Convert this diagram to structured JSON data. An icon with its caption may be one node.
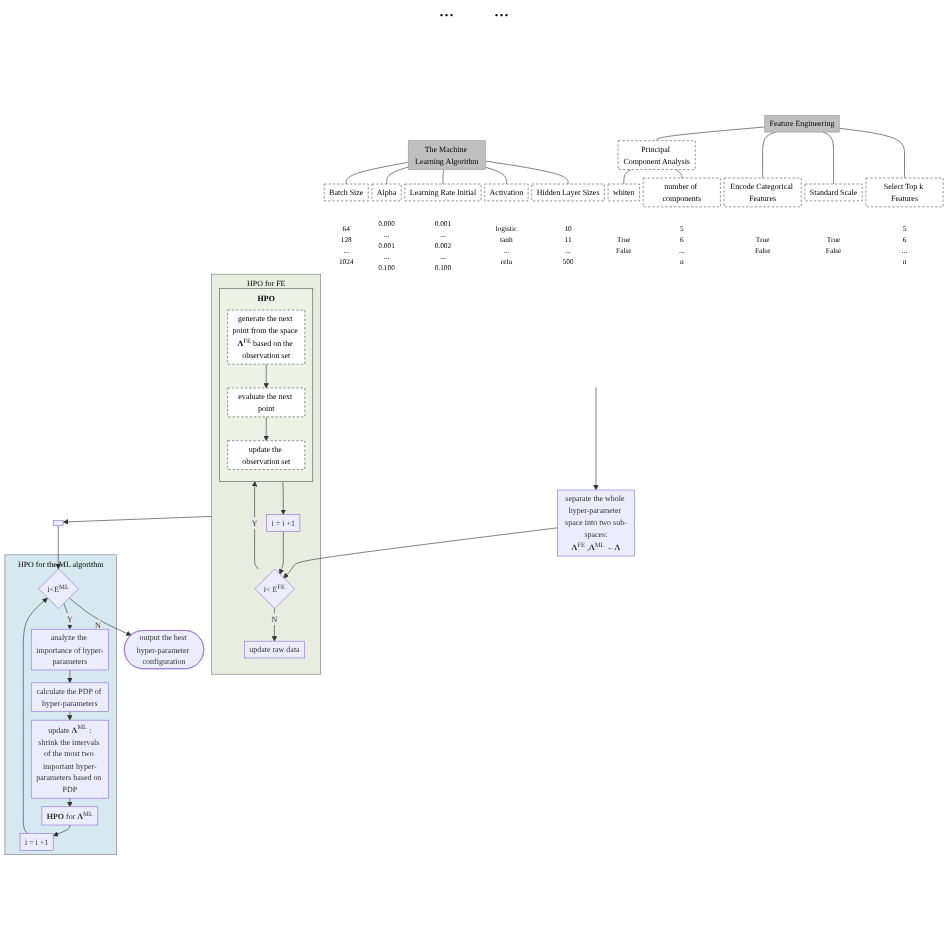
{
  "diagram": {
    "nodes": [
      {
        "text": [
          "Feature Engineering"
        ]
      },
      {
        "text": [
          "Select Top k Features"
        ],
        "beside": [
          "5",
          "6",
          "...",
          "n"
        ]
      },
      {
        "text": [
          "Standard Scale"
        ],
        "beside": [
          "True",
          "False"
        ]
      },
      {
        "text": [
          "Encode Categorical Features"
        ],
        "beside": [
          "True",
          "False"
        ]
      },
      {
        "text": [
          "Principal Component Analysis"
        ]
      },
      {
        "text": [
          "number of components"
        ],
        "beside": [
          "5",
          "6",
          "...",
          "n"
        ]
      },
      {
        "text": [
          "whiten"
        ],
        "beside": [
          "True",
          "False"
        ]
      },
      {
        "text": [
          "The Machine Learning Algorithm"
        ]
      },
      {
        "text": [
          "Hidden Layer Sizes"
        ],
        "beside": [
          "10",
          "11",
          "...",
          "500"
        ]
      },
      {
        "text": [
          "Activation"
        ],
        "beside": [
          "logistic",
          "tanh",
          "...",
          "relu"
        ]
      },
      {
        "text": [
          "Learning Rate Initial"
        ],
        "beside": [
          "0.001",
          "...",
          "0.002",
          "...",
          "0.100"
        ]
      },
      {
        "text": [
          "Alpha"
        ],
        "beside": [
          "0.000",
          "...",
          "0.001",
          "...",
          "0.100"
        ]
      },
      {
        "text": [
          "Batch Size"
        ],
        "beside": [
          "64",
          "128",
          "...",
          "1024"
        ]
      },
      {
        "text": [
          "separate the whole hyper-parameter space into two sub-spaces:",
          "**Λ**$^{FE}$ ,**Λ**$^{ML}$ ←**Λ**"
        ]
      },
      {
        "text": [
          "HPO for FE"
        ]
      },
      {
        "text": [
          "i< E$^{FE}$"
        ],
        "in": 14
      },
      {
        "text": [
          "**HPO**"
        ],
        "in": 14
      },
      {
        "text": [
          "generate the next point from the space **Λ**$^{FE}$ based on the observation set"
        ],
        "in": 16
      },
      {
        "text": [
          "evaluate the next point"
        ],
        "in": 16
      },
      {
        "text": [
          "update the observation set"
        ],
        "in": 16
      },
      {
        "text": [
          "i = i +1"
        ],
        "in": 14
      },
      {
        "text": [
          "update raw data"
        ],
        "in": 14
      },
      {
        "text": [],
        "shape": "box"
      },
      {
        "text": [
          "HPO for the ML algorithm"
        ]
      },
      {
        "text": [
          "i<E$^{ML}$"
        ],
        "in": 23
      },
      {
        "text": [
          "analyze the importance of hyper-parameters"
        ],
        "in": 23
      },
      {
        "text": [
          "calculate the PDP of hyper-parameters"
        ],
        "in": 23
      },
      {
        "text": [
          "update **Λ**$^{ML}$ :",
          "shrink the intervals of the most two important hyper-parameters based on PDP"
        ],
        "in": 23
      },
      {
        "text": [
          "**HPO** for **Λ**$^{ML}$"
        ],
        "in": 23
      },
      {
        "text": [
          "i = i +1"
        ],
        "in": 23
      },
      {
        "text": [
          "output the best hyper-parameter configuration"
        ]
      }
    ],
    "edges": [
      {
        "from": 0,
        "to": 1,
        "arrow": "none"
      },
      {
        "from": 0,
        "to": 2,
        "arrow": "none"
      },
      {
        "from": 0,
        "to": 3,
        "arrow": "none"
      },
      {
        "from": 0,
        "to": 4,
        "arrow": "none"
      },
      {
        "from": 4,
        "to": 5,
        "arrow": "none"
      },
      {
        "from": 4,
        "to": 6,
        "arrow": "none"
      },
      {
        "from": 7,
        "to": 8,
        "arrow": "none"
      },
      {
        "from": 7,
        "to": 9,
        "arrow": "none"
      },
      {
        "from": 7,
        "to": 10,
        "arrow": "none"
      },
      {
        "from": 7,
        "to": 11,
        "arrow": "none"
      },
      {
        "from": 7,
        "to": 12,
        "arrow": "none"
      },
      {
        "from": null,
        "to": 13,
        "arrow": "to"
      },
      {
        "from": 13,
        "to": 15,
        "arrow": "to"
      },
      {
        "from": 15,
        "to": 16,
        "arrow": "to",
        "label": "Y"
      },
      {
        "from": 17,
        "to": 18,
        "arrow": "to"
      },
      {
        "from": 18,
        "to": 19,
        "arrow": "to"
      },
      {
        "from": 16,
        "to": 20,
        "arrow": "to"
      },
      {
        "from": 20,
        "to": 15,
        "arrow": "to"
      },
      {
        "from": 15,
        "to": 21,
        "arrow": "to",
        "label": "N"
      },
      {
        "from": 14,
        "to": 22,
        "arrow": "to"
      },
      {
        "from": 22,
        "to": 24,
        "arrow": "to"
      },
      {
        "from": 24,
        "to": 25,
        "arrow": "to",
        "label": "Y"
      },
      {
        "from": 25,
        "to": 26,
        "arrow": "to"
      },
      {
        "from": 26,
        "to": 27,
        "arrow": "to"
      },
      {
        "from": 27,
        "to": 28,
        "arrow": "to"
      },
      {
        "from": 28,
        "to": 29,
        "arrow": "to"
      },
      {
        "from": 29,
        "to": 24,
        "arrow": "to"
      },
      {
        "from": 24,
        "to": 30,
        "arrow": "to",
        "label": "N"
      }
    ],
    "labels": [
      "...",
      "..."
    ]
  }
}
